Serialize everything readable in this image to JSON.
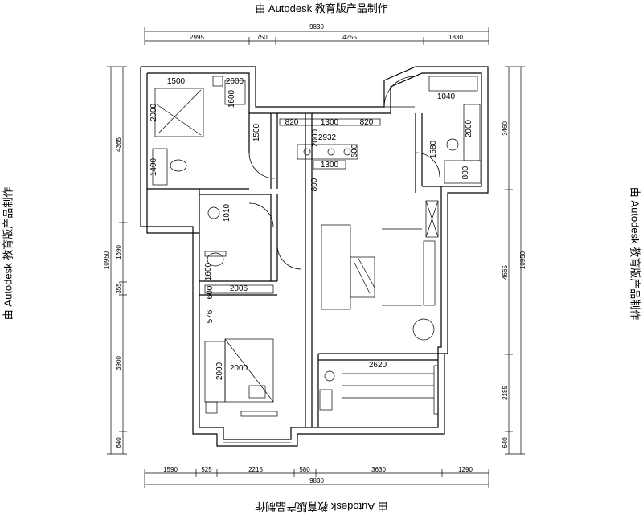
{
  "watermark": {
    "text": "由 Autodesk 教育版产品制作"
  },
  "dims_top": {
    "total": "9830",
    "parts": [
      "2995",
      "750",
      "4255",
      "1830"
    ]
  },
  "dims_bottom": {
    "total": "9830",
    "parts": [
      "1590",
      "525",
      "2215",
      "580",
      "3630",
      "1290"
    ]
  },
  "dims_left": {
    "total": "10950",
    "parts": [
      "4365",
      "1690",
      "355",
      "3900",
      "640"
    ]
  },
  "dims_right": {
    "total": "10950",
    "parts": [
      "3460",
      "4665",
      "2185",
      "640"
    ]
  },
  "room_labels": {
    "master_w": "1500",
    "master_side": "2600",
    "master_closet": "1600",
    "master_bed": "2000",
    "master_desk": "1400",
    "hall_cab": "820",
    "hall_cab_w": "1300",
    "hall_cab_2": "820",
    "dining_h": "2932",
    "dining_w": "1300",
    "dining_side": "2000",
    "corridor": "800",
    "wardrobe_small": "600",
    "bath": "1010",
    "kitchen_top": "1040",
    "kitchen_sink": "2000",
    "kitchen_side": "1580",
    "kitchen_bottom": "800",
    "second_wardrobe": "2006",
    "second_closet": "600",
    "second_small": "576",
    "second_bed_h": "2000",
    "second_bed_w": "2000",
    "balcony_w": "2620",
    "small_a": "1500",
    "small_b": "1600"
  }
}
